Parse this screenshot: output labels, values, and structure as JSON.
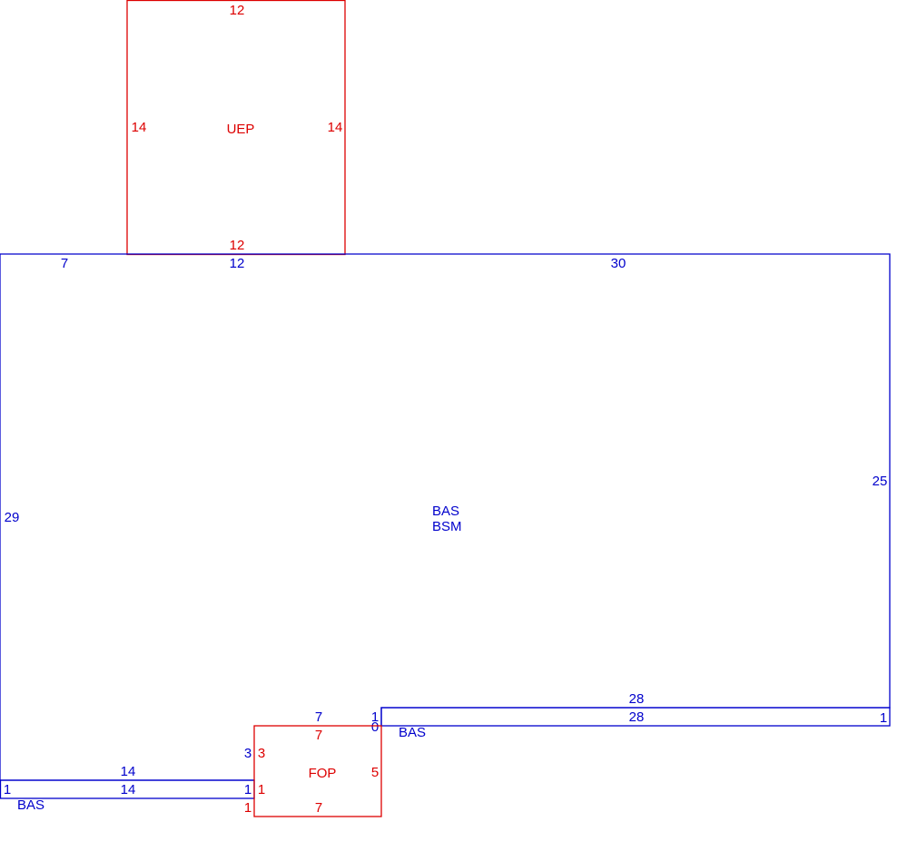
{
  "colors": {
    "blue": "#0000cc",
    "red": "#dd0000"
  },
  "areas": [
    {
      "id": "uep",
      "code": "UEP",
      "color": "red"
    },
    {
      "id": "bas-bsm",
      "code": "BAS",
      "code2": "BSM",
      "color": "blue"
    },
    {
      "id": "bas-right",
      "code": "BAS",
      "color": "blue"
    },
    {
      "id": "bas-left",
      "code": "BAS",
      "color": "blue"
    },
    {
      "id": "fop",
      "code": "FOP",
      "color": "red"
    }
  ],
  "dimensions": {
    "uep_top": "12",
    "uep_left": "14",
    "uep_right": "14",
    "uep_bottom": "12",
    "main_top_a": "7",
    "main_top_b": "12",
    "main_top_c": "30",
    "main_left": "29",
    "main_right": "25",
    "ext_top": "28",
    "ext_bottom": "28",
    "ext_left": "1",
    "ext_right": "1",
    "ext_left_zero": "0",
    "left_top": "14",
    "left_bottom": "14",
    "left_left": "1",
    "left_right": "1",
    "fop_top_blue": "7",
    "fop_top": "7",
    "fop_left_blue": "3",
    "fop_left": "3",
    "fop_left_lower": "1",
    "fop_left_bottom": "1",
    "fop_right": "5",
    "fop_bottom": "7"
  }
}
